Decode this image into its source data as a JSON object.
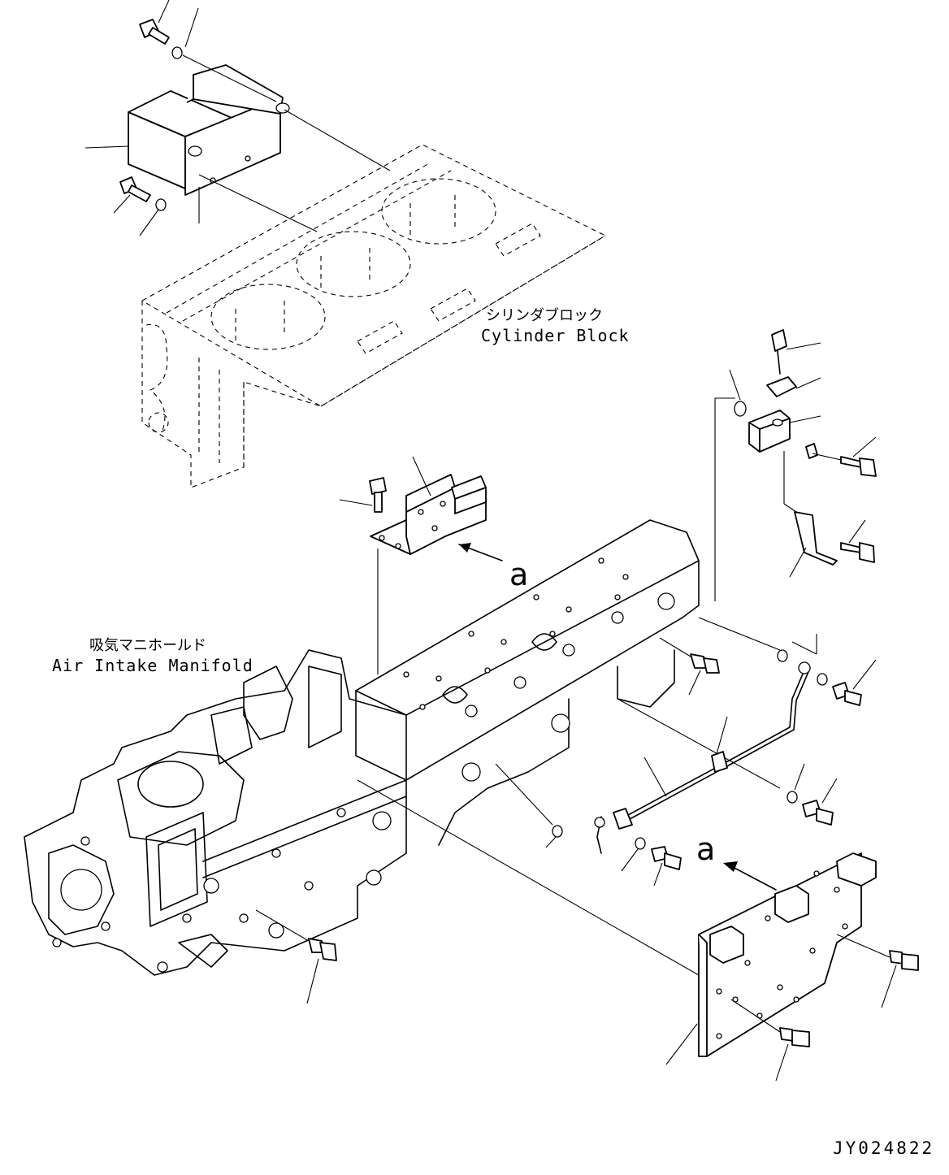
{
  "labels": {
    "cylinder_block_jp": "シリンダブロック",
    "cylinder_block_en": "Cylinder Block",
    "air_intake_jp": "吸気マニホールド",
    "air_intake_en": "Air Intake Manifold",
    "view_marker_upper": "a",
    "view_marker_lower": "a",
    "drawing_code": "JY024822"
  }
}
